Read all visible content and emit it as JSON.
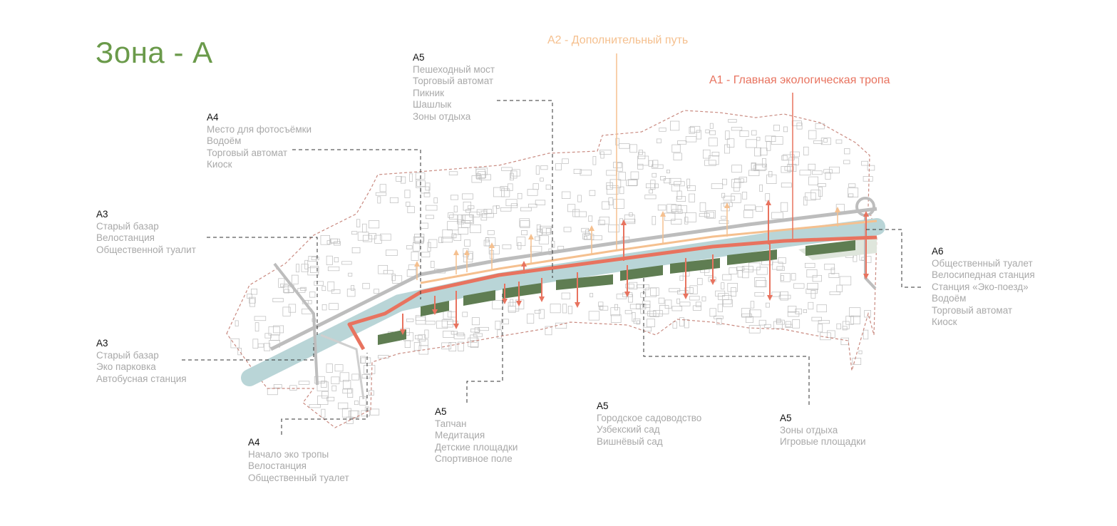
{
  "title": "Зона - А",
  "routes": {
    "a2": "A2 - Дополнительный путь",
    "a1": "A1 - Главная экологическая тропа"
  },
  "colors": {
    "title": "#6a9a4a",
    "main_trail": "#e8735f",
    "extra_trail": "#f5c08f",
    "river": "#b9d5d7",
    "greenery": "#5f7d52",
    "boundary": "#c98a80"
  },
  "blocks": [
    {
      "heading": "A5",
      "items": [
        "Пешеходный мост",
        "Торговый автомат",
        "Пикник",
        "Шашлык",
        "Зоны отдыха"
      ]
    },
    {
      "heading": "A4",
      "items": [
        "Место для фотосъёмки",
        "Водоём",
        "Торговый автомат",
        "Киоск"
      ]
    },
    {
      "heading": "A3",
      "items": [
        "Старый базар",
        "Велостанция",
        "Общественной туалит"
      ]
    },
    {
      "heading": "A3",
      "items": [
        "Старый базар",
        "Эко парковка",
        "Автобусная станция"
      ]
    },
    {
      "heading": "A4",
      "items": [
        "Начало эко тропы",
        "Велостанция",
        "Общественный туалет"
      ]
    },
    {
      "heading": "A5",
      "items": [
        "Тапчан",
        "Медитация",
        "Детские площадки",
        "Спортивное поле"
      ]
    },
    {
      "heading": "A5",
      "items": [
        "Городское садоводство",
        "Узбекский сад",
        "Вишнёвый сад"
      ]
    },
    {
      "heading": "A5",
      "items": [
        "Зоны отдыха",
        "Игровые площадки"
      ]
    },
    {
      "heading": "A6",
      "items": [
        "Общественный туалет",
        "Велосипедная станция",
        "Станция «Эко-поезд»",
        "Водоём",
        "Торговый автомат",
        "Киоск"
      ]
    }
  ]
}
